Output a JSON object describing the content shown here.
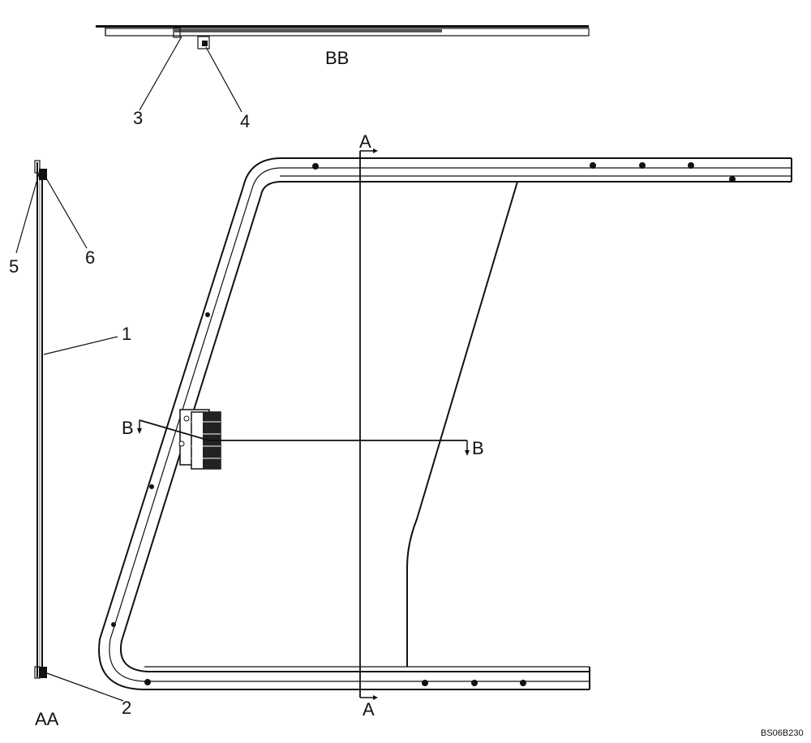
{
  "view_labels": {
    "section_aa": "AA",
    "section_bb": "BB"
  },
  "cut_markers": {
    "a_top": "A",
    "a_bottom": "A",
    "b_left": "B",
    "b_right": "B"
  },
  "callouts": {
    "c1": "1",
    "c2": "2",
    "c3": "3",
    "c4": "4",
    "c5": "5",
    "c6": "6"
  },
  "reference_code": "BS06B230"
}
